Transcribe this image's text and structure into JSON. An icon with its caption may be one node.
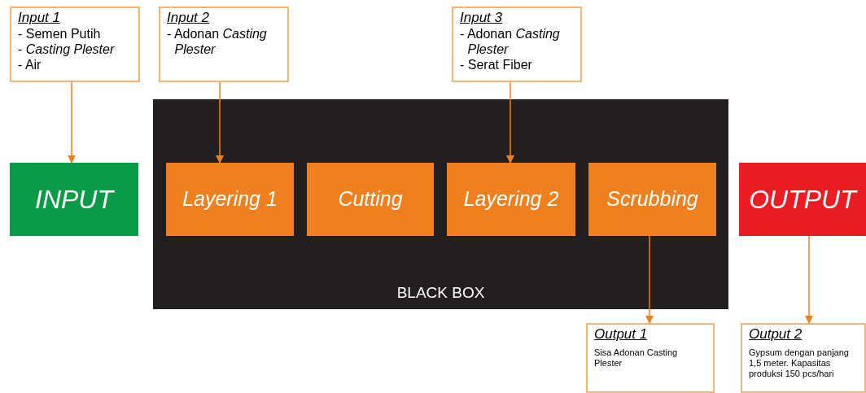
{
  "diagram": {
    "nodes": [
      {
        "text": [
          "Input 1",
          "- Semen Putih",
          "- *Casting Plester*",
          "- Air"
        ]
      },
      {
        "text": [
          "Input 2",
          "- Adonan *Casting Plester*"
        ]
      },
      {
        "text": [
          "Input 3",
          "- Adonan *Casting Plester*",
          "- Serat Fiber"
        ]
      },
      {
        "text": [
          "INPUT"
        ]
      },
      {
        "text": [
          "BLACK BOX"
        ]
      },
      {
        "text": [
          "Layering 1"
        ],
        "in": 4
      },
      {
        "text": [
          "Cutting"
        ],
        "in": 4
      },
      {
        "text": [
          "Layering 2"
        ],
        "in": 4
      },
      {
        "text": [
          "Scrubbing"
        ],
        "in": 4
      },
      {
        "text": [
          "OUTPUT"
        ]
      },
      {
        "text": [
          "Output 1",
          "Sisa Adonan Casting Plester"
        ]
      },
      {
        "text": [
          "Output 2",
          "Gypsum dengan panjang 1,5 meter. Kapasitas produksi 150 pcs/hari"
        ]
      }
    ],
    "edges": [
      {
        "from": 0,
        "to": 3,
        "arrow": "to"
      },
      {
        "from": 1,
        "to": 5,
        "arrow": "to"
      },
      {
        "from": 2,
        "to": 7,
        "arrow": "to"
      },
      {
        "from": 8,
        "to": 10,
        "arrow": "to"
      },
      {
        "from": 9,
        "to": 11,
        "arrow": "to"
      }
    ]
  }
}
